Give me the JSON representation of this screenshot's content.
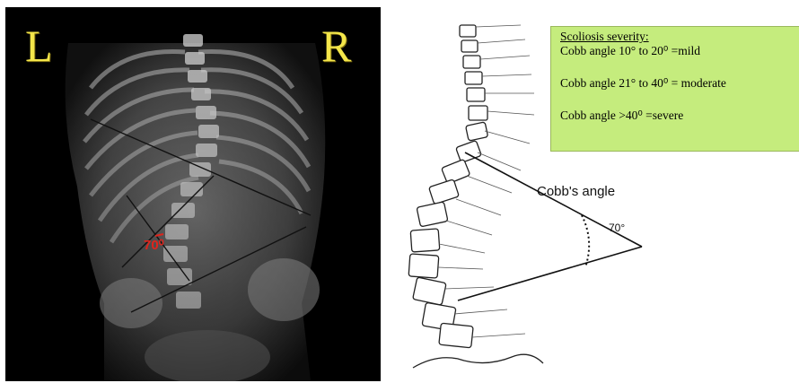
{
  "xray": {
    "label_left": "L",
    "label_right": "R",
    "angle_text": "70⁰",
    "colors": {
      "label": "#f4e64a",
      "angle": "#e0241c"
    }
  },
  "legend": {
    "title": "Scoliosis severity:",
    "mild": "Cobb angle 10° to 20⁰ =mild",
    "moderate": "Cobb angle 21° to 40⁰ = moderate",
    "severe": "Cobb angle >40⁰ =severe",
    "background": "#c5ec7d"
  },
  "diagram": {
    "cobb_label": "Cobb's angle",
    "cobb_value": "70°"
  }
}
